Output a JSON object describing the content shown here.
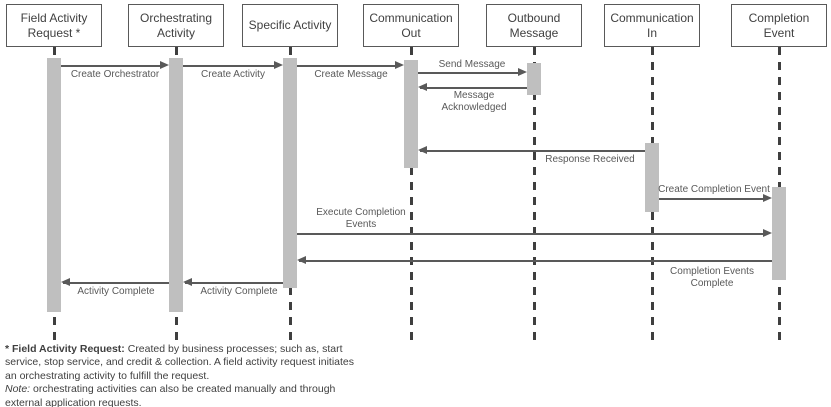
{
  "diagram_type": "uml-sequence-diagram",
  "actors": [
    {
      "label": "Field Activity Request *"
    },
    {
      "label": "Orchestrating Activity"
    },
    {
      "label": "Specific Activity"
    },
    {
      "label": "Communication Out"
    },
    {
      "label": "Outbound Message"
    },
    {
      "label": "Communication In"
    },
    {
      "label": "Completion Event"
    }
  ],
  "messages": [
    {
      "label": "Create Orchestrator",
      "from": "Field Activity Request *",
      "to": "Orchestrating Activity",
      "direction": "right"
    },
    {
      "label": "Create Activity",
      "from": "Orchestrating Activity",
      "to": "Specific Activity",
      "direction": "right"
    },
    {
      "label": "Create Message",
      "from": "Specific Activity",
      "to": "Communication Out",
      "direction": "right"
    },
    {
      "label": "Send Message",
      "from": "Communication Out",
      "to": "Outbound Message",
      "direction": "right"
    },
    {
      "label": "Message Acknowledged",
      "from": "Outbound Message",
      "to": "Communication Out",
      "direction": "left"
    },
    {
      "label": "Response Received",
      "from": "Communication In",
      "to": "Communication Out",
      "direction": "left"
    },
    {
      "label": "Create Completion Event",
      "from": "Communication In",
      "to": "Completion Event",
      "direction": "right"
    },
    {
      "label": "Execute Completion Events",
      "from": "Specific Activity",
      "to": "Completion Event",
      "direction": "right"
    },
    {
      "label": "Completion Events Complete",
      "from": "Completion Event",
      "to": "Specific Activity",
      "direction": "left"
    },
    {
      "label": "Activity Complete",
      "from": "Specific Activity",
      "to": "Orchestrating Activity",
      "direction": "left"
    },
    {
      "label": "Activity Complete",
      "from": "Orchestrating Activity",
      "to": "Field Activity Request *",
      "direction": "left"
    }
  ],
  "footnote": {
    "term": "* Field Activity Request:",
    "text1": " Created by business processes; such as, start service, stop service, and credit & collection. A field activity request initiates an orchestrating activity to fulfill the request.",
    "note_label": "Note:",
    "text2": " orchestrating activities can also be created manually and through external application requests."
  },
  "colors": {
    "box_border": "#595959",
    "box_text": "#404040",
    "lifeline": "#3f3f3f",
    "activation_fill": "#bfbfbf",
    "arrow": "#595959",
    "label_text": "#595959"
  }
}
